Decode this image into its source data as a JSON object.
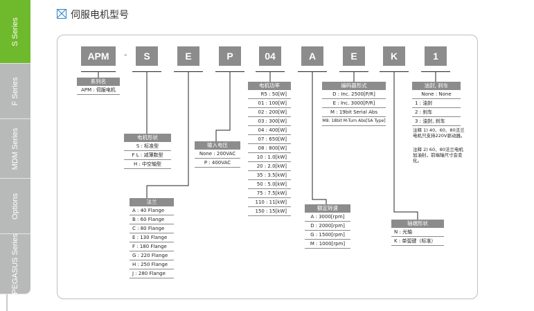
{
  "side_tabs": [
    {
      "label": "S Series",
      "active": true
    },
    {
      "label": "F Series",
      "active": false
    },
    {
      "label": "MDM Series",
      "active": false
    },
    {
      "label": "Options",
      "active": false
    },
    {
      "label": "PEGASUS Series",
      "active": false
    }
  ],
  "heading": "伺服电机型号",
  "codes": [
    {
      "text": "APM"
    },
    {
      "text": "-"
    },
    {
      "text": "S"
    },
    {
      "text": "E"
    },
    {
      "text": "P"
    },
    {
      "text": "04"
    },
    {
      "text": "A"
    },
    {
      "text": "E"
    },
    {
      "text": "K"
    },
    {
      "text": "1"
    }
  ],
  "series": {
    "header": "系列名",
    "rows": [
      "APM : 伺服电机"
    ]
  },
  "motor_shape": {
    "header": "电机形状",
    "rows": [
      "S : 标准型",
      "F L : 减薄数型",
      "H : 中空轴型"
    ]
  },
  "flange": {
    "header": "法兰",
    "rows": [
      "A : 40 Flange",
      "B : 60 Flange",
      "C : 80 Flange",
      "E : 130 Flange",
      "F : 180 Flange",
      "G : 220 Flange",
      "H : 250 Flange",
      "J : 280 Flange"
    ]
  },
  "input_voltage": {
    "header": "输入电压",
    "rows": [
      "None : 200VAC",
      "P : 400VAC"
    ]
  },
  "motor_power": {
    "header": "电机功率",
    "rows": [
      "R5 : 50[W]",
      "01 : 100[W]",
      "02 : 200[W]",
      "03 : 300[W]",
      "04 : 400[W]",
      "07 : 650[W]",
      "08 : 800[W]",
      "10 : 1.0[kW]",
      "20 : 2.0[kW]",
      "35 : 3.5[kW]",
      "50 : 5.0[kW]",
      "75 : 7.5[kW]",
      "110 : 11[kW]",
      "150 : 15[kW]"
    ]
  },
  "rated_speed": {
    "header": "额定转速",
    "rows": [
      "A : 3000[rpm]",
      "D : 2000[rpm]",
      "G : 1500[rpm]",
      "M : 1000[rpm]"
    ]
  },
  "encoder": {
    "header": "编码器形式",
    "rows": [
      "D : Inc. 2500[P/R]",
      "E : Inc. 3000[P/R]",
      "M : 19bit Serial Abs",
      "M8: 18bit M-Turn Abs[SA Type]"
    ]
  },
  "shaft": {
    "header": "轴端形状",
    "rows": [
      "N : 光轴",
      "K : 单弧键（标准）"
    ]
  },
  "oil_seal": {
    "header": "油封, 刹车",
    "rows": [
      "None : None",
      "1 : 油封",
      "2 : 刹车",
      "3 : 油封, 刹车"
    ]
  },
  "notes": [
    "注释 1) 40、60、80法兰电机只支持220V驱动器。",
    "注释 2) 60、80法兰电机加油封，前端轴尺寸会变化。"
  ]
}
